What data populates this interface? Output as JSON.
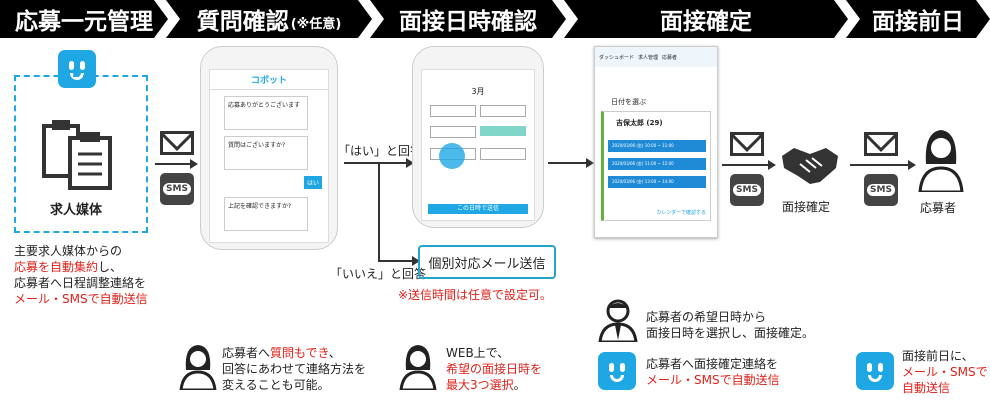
{
  "stages": [
    {
      "label": "応募一元管理",
      "note": ""
    },
    {
      "label": "質問確認",
      "note": "(※任意)"
    },
    {
      "label": "面接日時確認",
      "note": ""
    },
    {
      "label": "面接確定",
      "note": ""
    },
    {
      "label": "面接前日",
      "note": ""
    }
  ],
  "col1": {
    "media_label": "求人媒体",
    "desc_line1": "主要求人媒体からの",
    "desc_line2_red": "応募を自動集約",
    "desc_line2_rest": "し、",
    "desc_line3": "応募者へ日程調整連絡を",
    "desc_line4_red": "メール・SMSで自動送信"
  },
  "icons": {
    "sms": "SMS",
    "mail": "mail-icon",
    "handshake": "handshake-icon"
  },
  "col2": {
    "phone_logo": "コボット",
    "bubbles": [
      "応募ありがとうございます",
      "質問はございますか?",
      "はい",
      "上記を確認できますか?"
    ],
    "desc_line1_pre": "応募者へ",
    "desc_line1_red": "質問もでき",
    "desc_line1_post": "、",
    "desc_line2": "回答にあわせて連絡方法を",
    "desc_line3": "変えることも可能。"
  },
  "col3": {
    "month": "3月",
    "submit": "この日時で送信",
    "yes_label": "「はい」と回答",
    "no_label": "「いいえ」と回答",
    "individual_box": "個別対応メール送信",
    "note_red": "※送信時間は任意で設定可。",
    "desc_line1": "WEB上で、",
    "desc_line2_red": "希望の面接日時を",
    "desc_line3_red": "最大3つ選択",
    "desc_line3_post": "。"
  },
  "col4": {
    "tabs": [
      "ダッシュボード",
      "求人管理",
      "応募者"
    ],
    "section": "日付を選ぶ",
    "applicant_name": "吉保太郎 (29)",
    "slots": [
      "2020/03/06 (金) 10:00 ~ 11:00",
      "2020/03/06 (金) 11:00 ~ 12:00",
      "2020/03/06 (金) 13:00 ~ 14:00"
    ],
    "calendar_link": "カレンダーで確認する",
    "confirm_label": "面接確定",
    "desc_a1": "応募者の希望日時から",
    "desc_a2": "面接日時を選択し、面接確定。",
    "desc_b1": "応募者へ面接確定連絡を",
    "desc_b2_red": "メール・SMSで自動送信"
  },
  "col5": {
    "applicant_label": "応募者",
    "desc_line1": "面接前日に、",
    "desc_line2_red": "メール・SMSで",
    "desc_line3_red": "自動送信"
  },
  "colors": {
    "black": "#000000",
    "blue": "#1ea7e3",
    "red": "#e0221b",
    "teal": "#23a7c9"
  }
}
